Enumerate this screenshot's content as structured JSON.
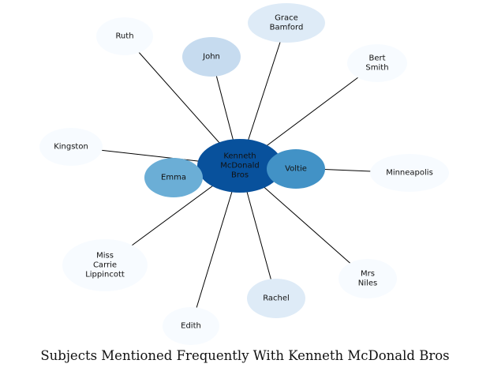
{
  "caption": "Subjects Mentioned Frequently With Kenneth McDonald Bros",
  "center": {
    "id": "center",
    "lines": [
      "Kenneth",
      "McDonald",
      "Bros"
    ],
    "color": "#08519c",
    "text_color": "#111111"
  },
  "nodes": [
    {
      "id": "ruth",
      "lines": [
        "Ruth"
      ],
      "color": "#f7fbff"
    },
    {
      "id": "john",
      "lines": [
        "John"
      ],
      "color": "#c6dbef"
    },
    {
      "id": "grace",
      "lines": [
        "Grace",
        "Bamford"
      ],
      "color": "#deebf7"
    },
    {
      "id": "bert",
      "lines": [
        "Bert",
        "Smith"
      ],
      "color": "#f7fbff"
    },
    {
      "id": "kingston",
      "lines": [
        "Kingston"
      ],
      "color": "#f7fbff"
    },
    {
      "id": "voltie",
      "lines": [
        "Voltie"
      ],
      "color": "#4292c6"
    },
    {
      "id": "minneapolis",
      "lines": [
        "Minneapolis"
      ],
      "color": "#f7fbff"
    },
    {
      "id": "emma",
      "lines": [
        "Emma"
      ],
      "color": "#6baed6"
    },
    {
      "id": "miss",
      "lines": [
        "Miss",
        "Carrie",
        "Lippincott"
      ],
      "color": "#f7fbff"
    },
    {
      "id": "mrs",
      "lines": [
        "Mrs",
        "Niles"
      ],
      "color": "#f7fbff"
    },
    {
      "id": "rachel",
      "lines": [
        "Rachel"
      ],
      "color": "#deebf7"
    },
    {
      "id": "edith",
      "lines": [
        "Edith"
      ],
      "color": "#f7fbff"
    }
  ]
}
